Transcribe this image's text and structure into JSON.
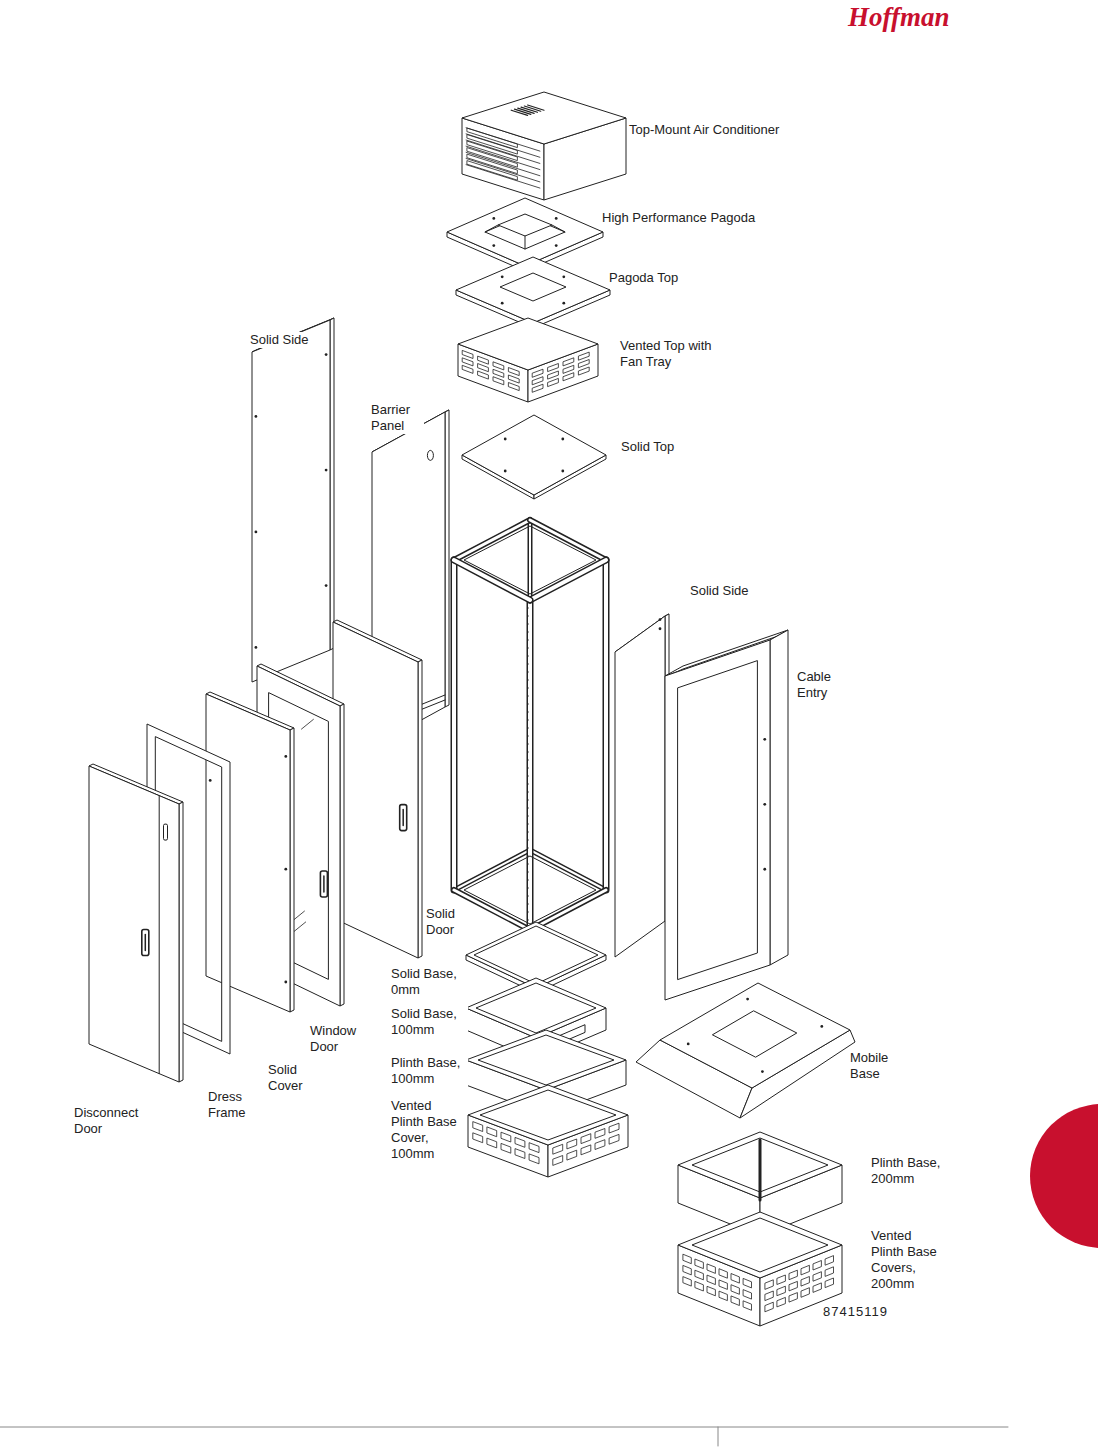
{
  "diagram": {
    "labels": [
      "Hoffman",
      "Top-Mount Air Conditioner",
      "High Performance Pagoda",
      "Pagoda Top",
      "Vented Top with Fan Tray",
      "Solid Side",
      "Barrier Panel",
      "Solid Top",
      "Solid Side",
      "Cable Entry",
      "Solid Door",
      "Solid Base, 0mm",
      "Solid Base, 100mm",
      "Window Door",
      "Mobile Base",
      "Plinth Base, 100mm",
      "Solid Cover",
      "Vented Plinth Base Cover, 100mm",
      "Dress Frame",
      "Disconnect Door",
      "Plinth Base, 200mm",
      "Vented Plinth Base Covers, 200mm",
      "87415119"
    ]
  }
}
